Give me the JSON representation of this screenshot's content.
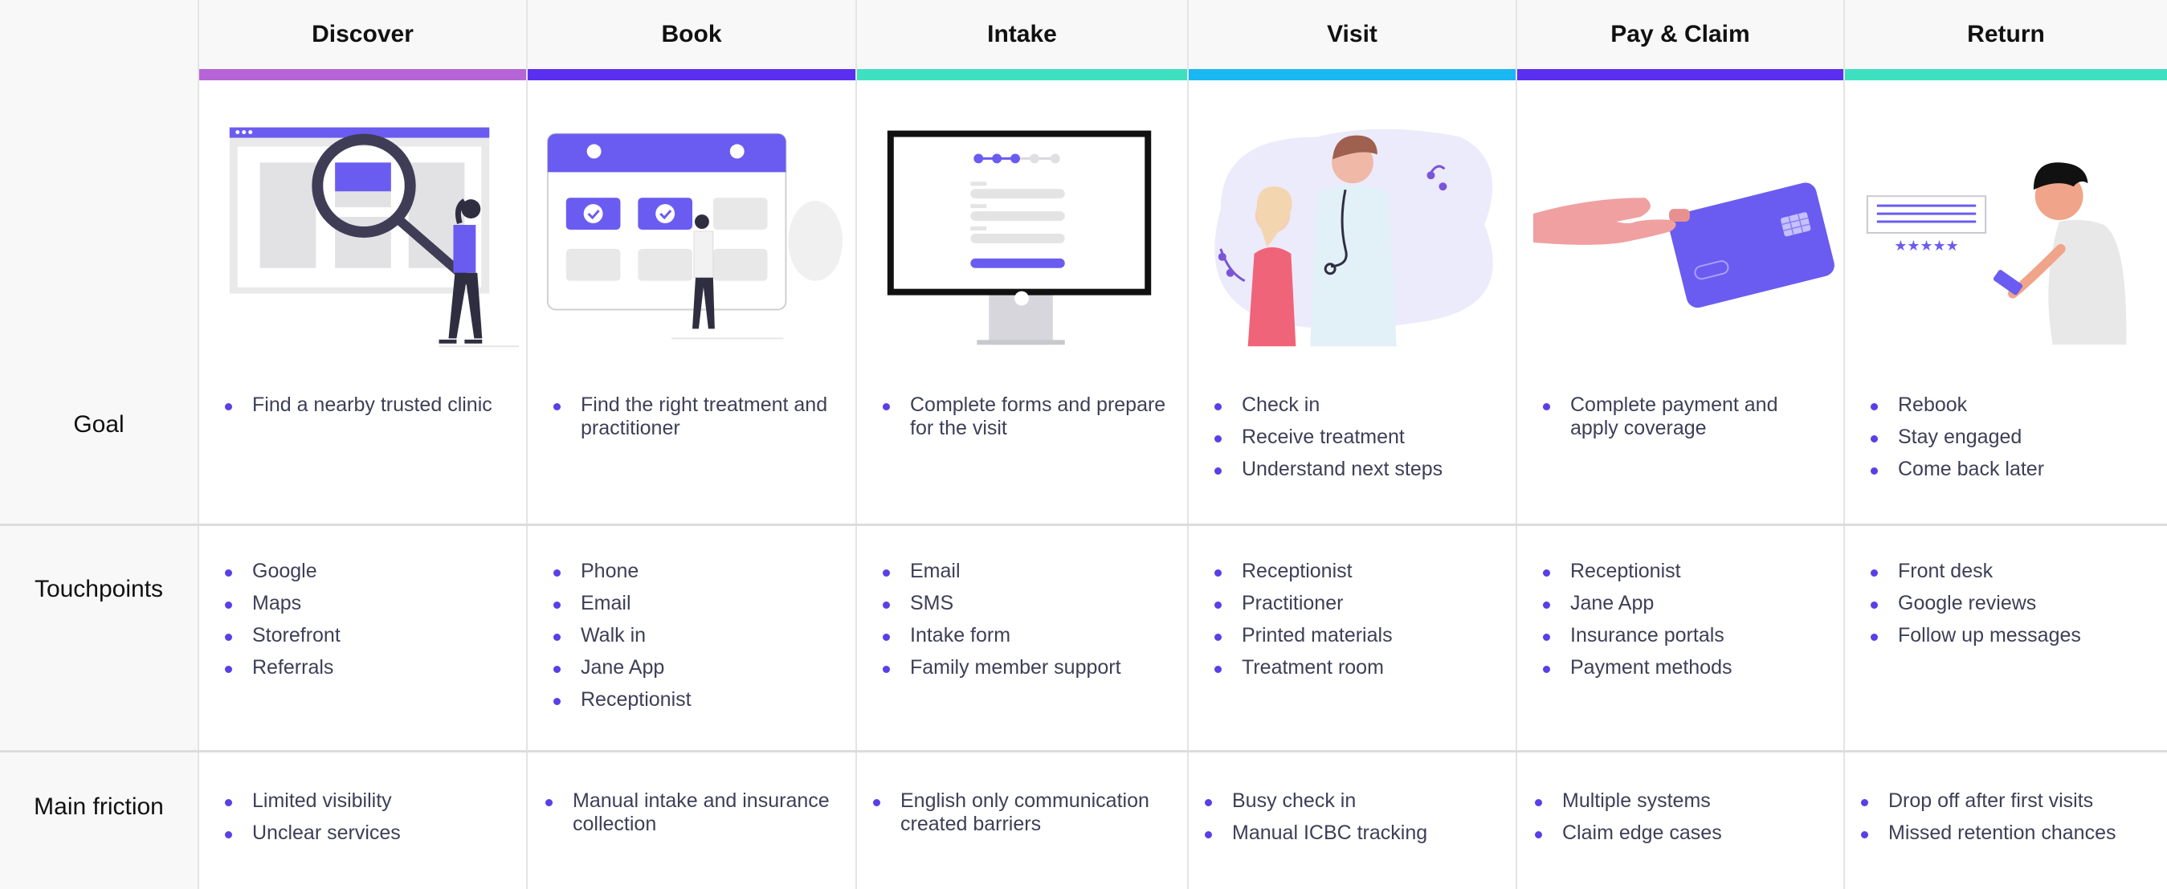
{
  "stages": [
    {
      "name": "Discover",
      "color": "#b565d6",
      "illustration": "magnifier-search-illustration",
      "goal": [
        "Find a nearby trusted clinic"
      ],
      "touchpoints": [
        "Google",
        "Maps",
        "Storefront",
        "Referrals"
      ],
      "friction": [
        "Limited visibility",
        "Unclear services"
      ]
    },
    {
      "name": "Book",
      "color": "#5a2ff0",
      "illustration": "calendar-booking-illustration",
      "goal": [
        "Find the right treatment and practitioner"
      ],
      "touchpoints": [
        "Phone",
        "Email",
        "Walk in",
        "Jane App",
        "Receptionist"
      ],
      "friction": [
        "Manual intake and insurance collection"
      ]
    },
    {
      "name": "Intake",
      "color": "#3fe0c0",
      "illustration": "monitor-form-illustration",
      "goal": [
        "Complete forms and prepare for the visit"
      ],
      "touchpoints": [
        "Email",
        "SMS",
        "Intake form",
        "Family member support"
      ],
      "friction": [
        "English only communication created barriers"
      ]
    },
    {
      "name": "Visit",
      "color": "#1ab8f2",
      "illustration": "doctor-patient-illustration",
      "goal": [
        "Check in",
        "Receive treatment",
        "Understand next steps"
      ],
      "touchpoints": [
        "Receptionist",
        "Practitioner",
        "Printed materials",
        "Treatment room"
      ],
      "friction": [
        "Busy check in",
        "Manual ICBC tracking"
      ]
    },
    {
      "name": "Pay & Claim",
      "color": "#5a2ff0",
      "illustration": "credit-card-payment-illustration",
      "goal": [
        "Complete payment and apply coverage"
      ],
      "touchpoints": [
        "Receptionist",
        "Jane App",
        "Insurance portals",
        "Payment methods"
      ],
      "friction": [
        "Multiple systems",
        "Claim edge cases"
      ]
    },
    {
      "name": "Return",
      "color": "#3fe0c0",
      "illustration": "review-rating-illustration",
      "goal": [
        "Rebook",
        "Stay engaged",
        "Come back later"
      ],
      "touchpoints": [
        "Front desk",
        "Google reviews",
        "Follow up messages"
      ],
      "friction": [
        "Drop off after first visits",
        "Missed retention chances"
      ]
    }
  ],
  "rows": {
    "goal": "Goal",
    "touchpoints": "Touchpoints",
    "friction": "Main friction"
  },
  "colors": {
    "accent": "#6a5cf0",
    "bullet": "#5b3ee6",
    "header_bg": "#f8f8f8",
    "divider": "#dcdcde"
  }
}
